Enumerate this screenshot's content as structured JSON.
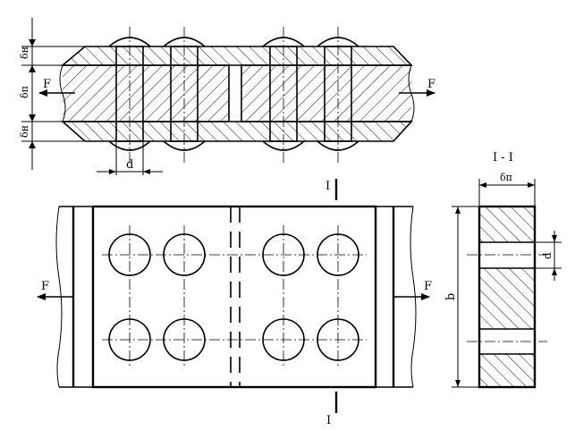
{
  "labels": {
    "force_left_top": "F",
    "force_right_top": "F",
    "force_left_plan": "F",
    "force_right_plan": "F",
    "delta_n_top": "δн",
    "delta_p_mid": "δп",
    "delta_n_bottom": "δн",
    "rivet_diameter": "d",
    "section_mark_top": "I",
    "section_mark_bottom": "I",
    "section_title": "I - I",
    "section_delta_p": "δп",
    "section_d": "d",
    "section_b": "b"
  }
}
